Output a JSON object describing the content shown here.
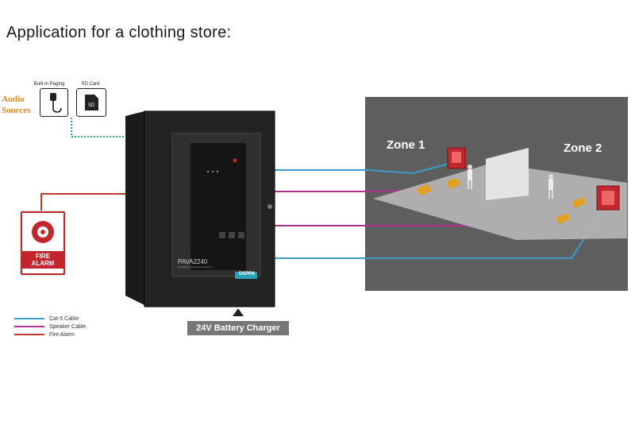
{
  "title": "Application for a clothing store:",
  "audio_sources": {
    "label": "Audio Sources",
    "paging_caption": "Built-in Paging",
    "sd_caption": "SD Card"
  },
  "device": {
    "model": "PAVA2240",
    "subtitle": "Firefighting Voice Alarm System",
    "brand": "DSPPA"
  },
  "fire_alarm_sign": {
    "text_line1": "FIRE",
    "text_line2": "ALARM"
  },
  "zones": [
    {
      "label": "Zone 1"
    },
    {
      "label": "Zone 2"
    }
  ],
  "legend": [
    {
      "label": "Cat-5 Cable",
      "color": "#3a9ec9"
    },
    {
      "label": "Speaker Cable",
      "color": "#b0328f"
    },
    {
      "label": "Fire Alarm",
      "color": "#c0392b"
    }
  ],
  "charger_label": "24V Battery Charger",
  "colors": {
    "cat5": "#3a9ec9",
    "speaker": "#b0328f",
    "fire": "#c0392b",
    "dotted": "#2aa5a5"
  }
}
